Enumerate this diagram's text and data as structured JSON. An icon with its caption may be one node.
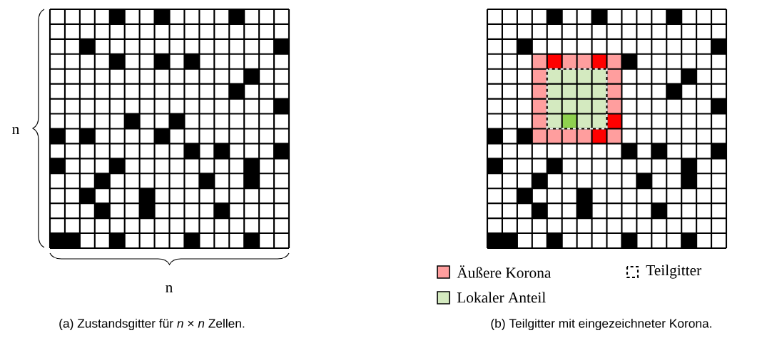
{
  "diagram": {
    "labels": [
      "n",
      "n",
      "(a) Zustandsgitter für *n* × *n* Zellen.",
      "(b) Teilgitter mit eingezeichneter Korona."
    ],
    "legend": [
      {
        "text": "Äußere Korona",
        "color": "#ff9e9e"
      },
      {
        "text": "Lokaler Anteil",
        "color": "#d4eac0"
      },
      {
        "text": "Teilgitter"
      }
    ]
  }
}
